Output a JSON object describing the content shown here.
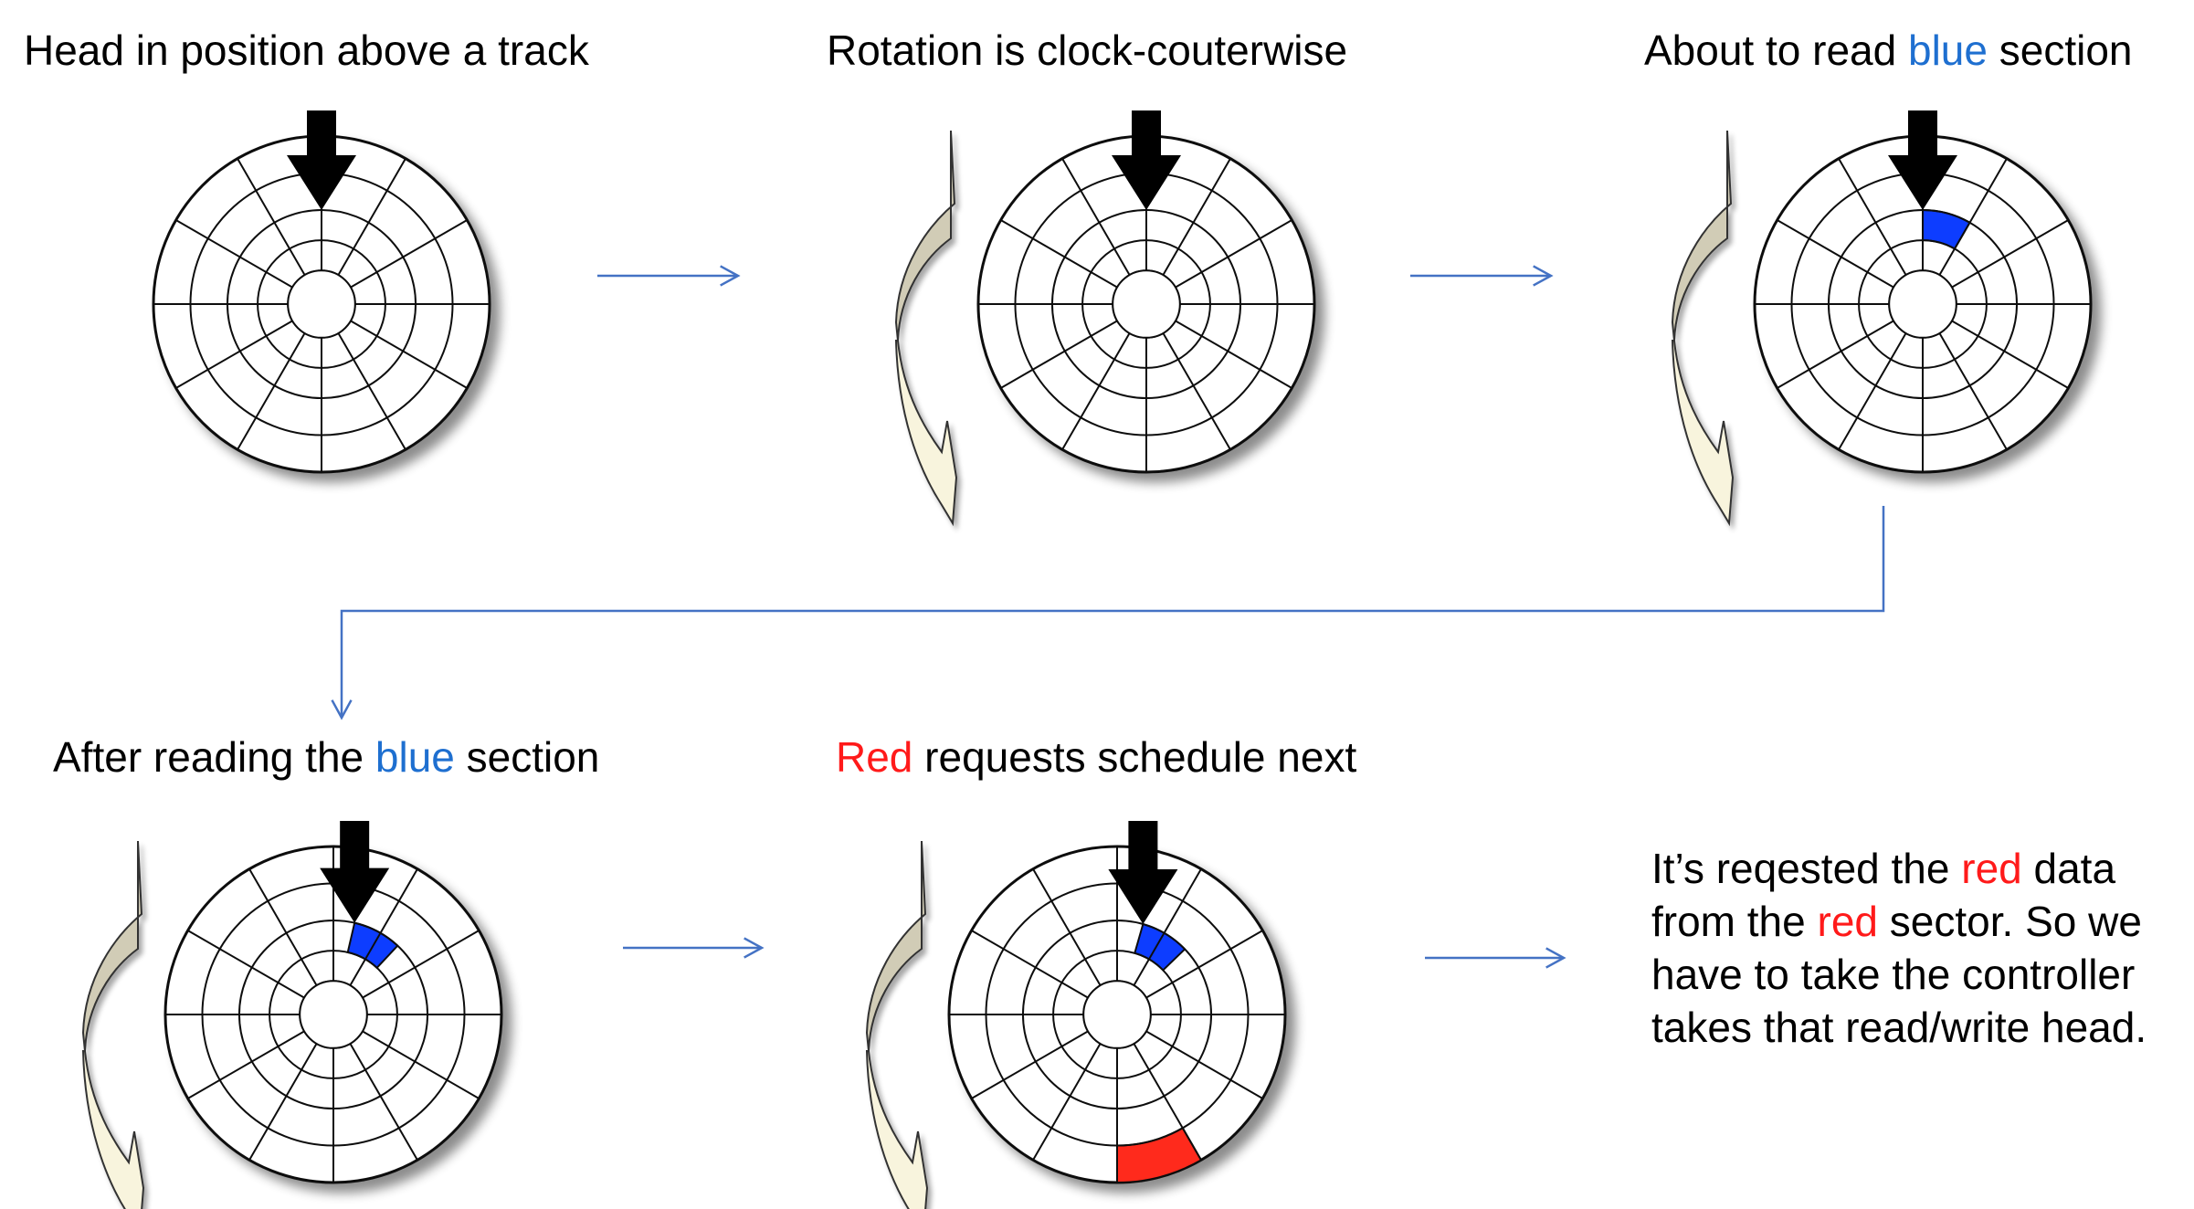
{
  "colors": {
    "flow_arrow": "#4472c4",
    "blue_sector": "#0b3dff",
    "red_sector": "#ff2a1a",
    "blue_text": "#1e6fd0",
    "red_text": "#ff1a1a",
    "rotation_arrow_dark": "#d1ccb6",
    "rotation_arrow_light": "#f8f4dd"
  },
  "steps": [
    {
      "caption": "Head in position above a track"
    },
    {
      "caption": "Rotation is clock-couterwise"
    },
    {
      "caption_before": "About to read ",
      "caption_highlight": "blue",
      "caption_after": " section"
    },
    {
      "caption_before": "After reading the ",
      "caption_highlight": "blue",
      "caption_after": " section"
    },
    {
      "caption_highlight": "Red",
      "caption_after": " requests schedule next"
    }
  ],
  "note": {
    "line1_a": "It’s reqested the ",
    "line1_red": "red",
    "line1_b": " data",
    "line2_a": "from the ",
    "line2_red": "red",
    "line2_b": " sector. So we",
    "line3": "have to take the controller",
    "line4": "takes that read/write head."
  },
  "icons": {
    "disk": "disk-platter-icon",
    "head": "read-write-head-arrow-icon",
    "rotation": "rotation-arrow-icon"
  }
}
